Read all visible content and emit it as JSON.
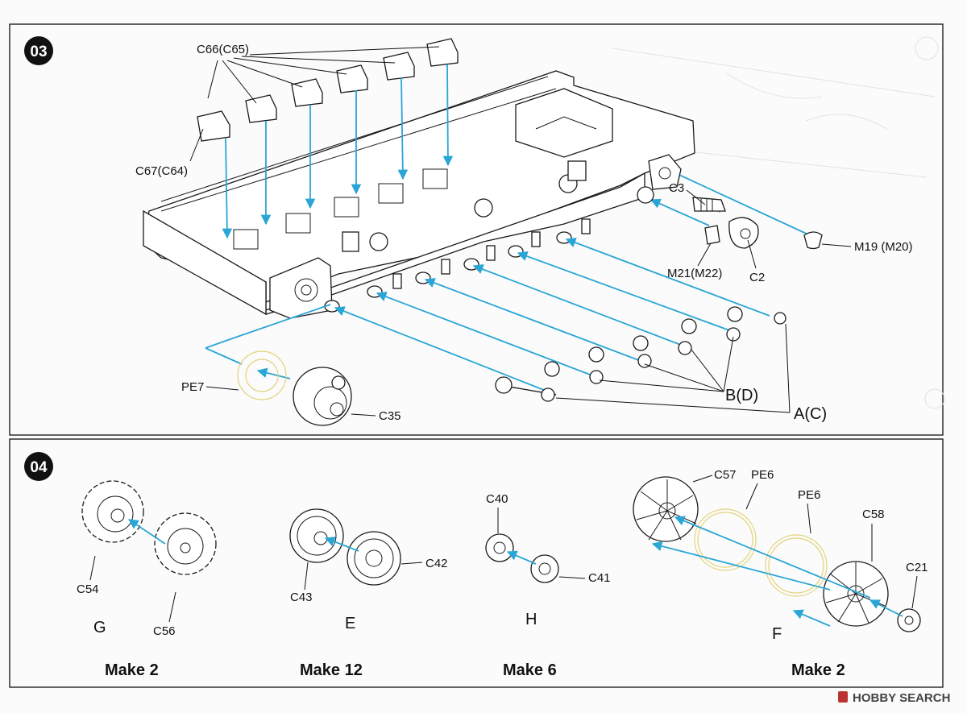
{
  "steps": [
    {
      "number": "03",
      "labels": {
        "c66": "C66(C65)",
        "c67": "C67(C64)",
        "c3": "C3",
        "m19": "M19 (M20)",
        "m21": "M21(M22)",
        "c2": "C2",
        "pe7": "PE7",
        "c35": "C35",
        "b": "B(D)",
        "a": "A(C)"
      }
    },
    {
      "number": "04",
      "groups": [
        {
          "id": "G",
          "letter": "G",
          "make": "Make 2",
          "parts": [
            "C54",
            "C56"
          ]
        },
        {
          "id": "E",
          "letter": "E",
          "make": "Make 12",
          "parts": [
            "C43",
            "C42"
          ]
        },
        {
          "id": "H",
          "letter": "H",
          "make": "Make 6",
          "parts": [
            "C40",
            "C41"
          ]
        },
        {
          "id": "F",
          "letter": "F",
          "make": "Make 2",
          "parts": [
            "C57",
            "PE6",
            "PE6",
            "C58",
            "C21"
          ]
        }
      ]
    }
  ],
  "watermark": {
    "brand": "HOBBY SEARCH",
    "icon": "hobby-search-logo-icon"
  },
  "colors": {
    "arrow": "#2aa6d6",
    "photo_etch": "#e3d27a",
    "ink": "#1a1a1a",
    "border": "#222222"
  }
}
